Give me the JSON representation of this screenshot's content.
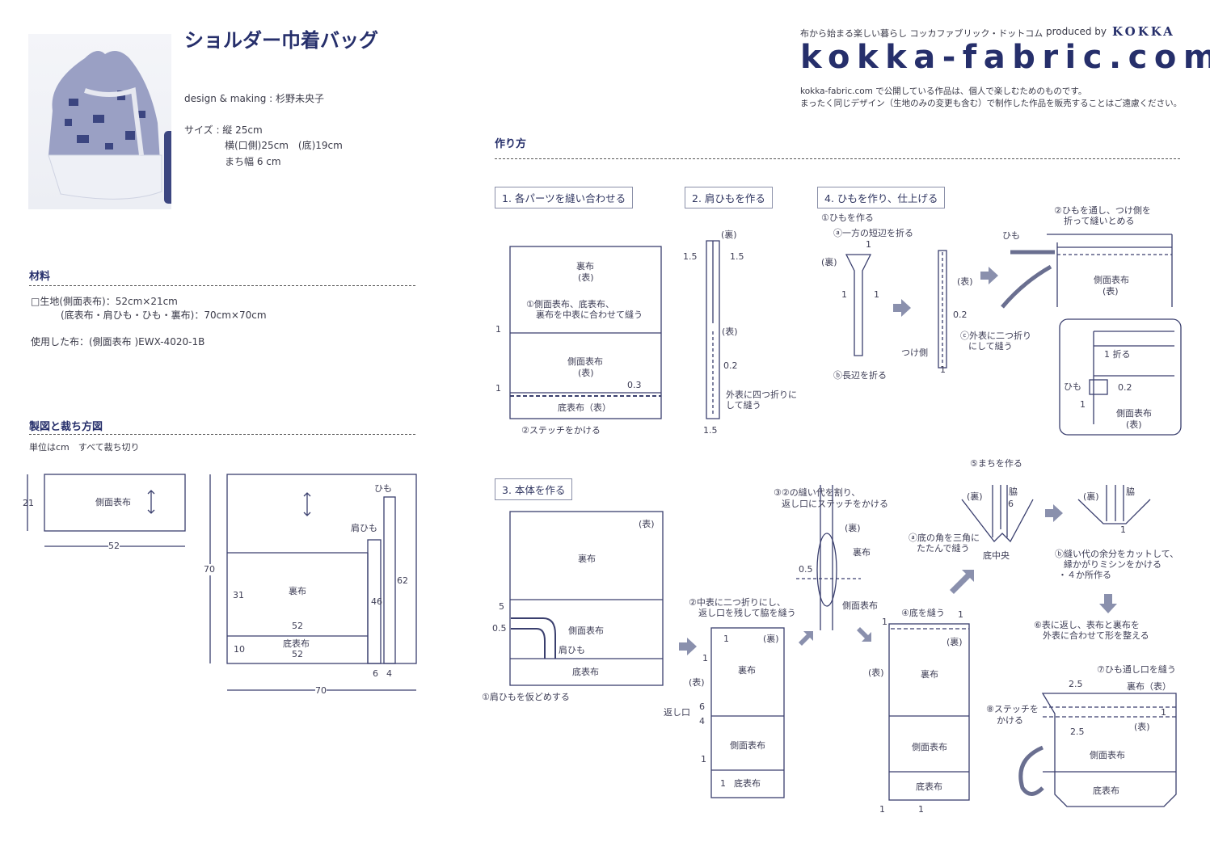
{
  "header": {
    "title": "ショルダー巾着バッグ",
    "credit": "design & making : 杉野未央子",
    "size_label": "サイズ : 縦 25cm",
    "size_line2": "横(口側)25cm　(底)19cm",
    "size_line3": "まち幅 6 cm"
  },
  "brand": {
    "tagline": "布から始まる楽しい暮らし コッカファブリック・ドットコム",
    "produced_by": "produced by",
    "kokka": "KOKKA",
    "logo": "kokka-fabric.com",
    "notice1": "kokka-fabric.com で公開している作品は、個人で楽しむためのものです。",
    "notice2": "まったく同じデザイン（生地のみの変更も含む）で制作した作品を販売することはご遠慮ください。"
  },
  "materials": {
    "heading": "材料",
    "line1": "□生地(側面表布)：52cm×21cm",
    "line2": "(底表布・肩ひも・ひも・裏布)：70cm×70cm",
    "used": "使用した布：(側面表布 )EWX-4020-1B"
  },
  "cutting": {
    "heading": "製図と裁ち方図",
    "note": "単位はcm　すべて裁ち切り",
    "side_panel": "側面表布",
    "h21": "21",
    "w52": "52",
    "h70": "70",
    "w70": "70",
    "lining": "裏布",
    "h31": "31",
    "w52b": "52",
    "bottom": "底表布",
    "w52c": "52",
    "h10": "10",
    "shoulder": "肩ひも",
    "h46": "46",
    "string": "ひも",
    "h62": "62",
    "w6": "6",
    "w4": "4"
  },
  "method": {
    "heading": "作り方"
  },
  "step1": {
    "title": "1. 各パーツを縫い合わせる",
    "lining": "裏布",
    "omote": "(表)",
    "note1a": "①側面表布、底表布、",
    "note1b": "裏布を中表に合わせて縫う",
    "side": "側面表布",
    "omote2": "(表)",
    "bottom": "底表布（表）",
    "m1": "1",
    "m1b": "1",
    "m03": "0.3",
    "note2": "②ステッチをかける"
  },
  "step2": {
    "title": "2. 肩ひもを作る",
    "ura": "(裏)",
    "a": "1.5",
    "b": "1.5",
    "omote": "(表)",
    "m02": "0.2",
    "note1": "外表に四つ折りに",
    "note2": "して縫う",
    "c": "1.5"
  },
  "step3": {
    "title": "3. 本体を作る",
    "omote": "(表)",
    "lining": "裏布",
    "side": "側面表布",
    "strap": "肩ひも",
    "bottom": "底表布",
    "m5": "5",
    "m05": "0.5",
    "note1": "①肩ひもを仮どめする",
    "note2a": "②中表に二つ折りにし、",
    "note2b": "返し口を残して脇を縫う",
    "ura": "(裏)",
    "omote2": "(表)",
    "lining2": "裏布",
    "side2": "側面表布",
    "bottom2": "底表布",
    "return": "返し口",
    "m6": "6",
    "m4": "4",
    "m1a": "1",
    "m1b": "1",
    "m1c": "1",
    "m1d": "1",
    "note3a": "③②の縫い代を割り、",
    "note3b": "返し口にステッチをかける",
    "ura3": "(裏)",
    "lining3": "裏布",
    "m053": "0.5",
    "side3": "側面表布",
    "note4": "④底を縫う",
    "m1e": "1",
    "m1f": "1",
    "ura4": "(裏)",
    "omote4": "(表)",
    "lining4": "裏布",
    "side4": "側面表布",
    "bottom4": "底表布",
    "m1g": "1",
    "m1h": "1",
    "note5": "⑤まちを作る",
    "ura5": "(裏)",
    "waki": "脇",
    "m6b": "6",
    "note5a1": "ⓐ底の角を三角に",
    "note5a2": "たたんで縫う",
    "center": "底中央",
    "ura5b": "(裏)",
    "waki2": "脇",
    "m1i": "1",
    "note5b1": "ⓑ縫い代の余分をカットして、",
    "note5b2": "縁かがりミシンをかける",
    "note5b3": "・４か所作る",
    "note6a": "⑥表に返し、表布と裏布を",
    "note6b": "外表に合わせて形を整える",
    "note7": "⑦ひも通し口を縫う",
    "m25a": "2.5",
    "lining7": "裏布（表）",
    "note8a": "⑧ステッチを",
    "note8b": "かける",
    "m1j": "1",
    "m25b": "2.5",
    "omote7": "(表)",
    "side7": "側面表布",
    "bottom7": "底表布"
  },
  "step4": {
    "title": "4. ひもを作り、仕上げる",
    "sub1": "①ひもを作る",
    "a": "ⓐ一方の短辺を折る",
    "m1": "1",
    "ura": "(裏)",
    "m1l": "1",
    "m1r": "1",
    "b": "ⓑ長辺を折る",
    "omote": "(表)",
    "m02": "0.2",
    "c1": "ⓒ外表に二つ折り",
    "c2": "にして縫う",
    "attach": "つけ側",
    "m1b": "1",
    "note2a": "②ひもを通し、つけ側を",
    "note2b": "折って縫いとめる",
    "string": "ひも",
    "side": "側面表布",
    "omote2": "(表)",
    "fold": "1 折る",
    "string2": "ひも",
    "m02b": "0.2",
    "m1c": "1",
    "side2": "側面表布",
    "omote3": "(表)"
  },
  "colors": {
    "navy": "#262f6b",
    "line": "#3a3f6e",
    "arrow": "#8a90ad"
  }
}
